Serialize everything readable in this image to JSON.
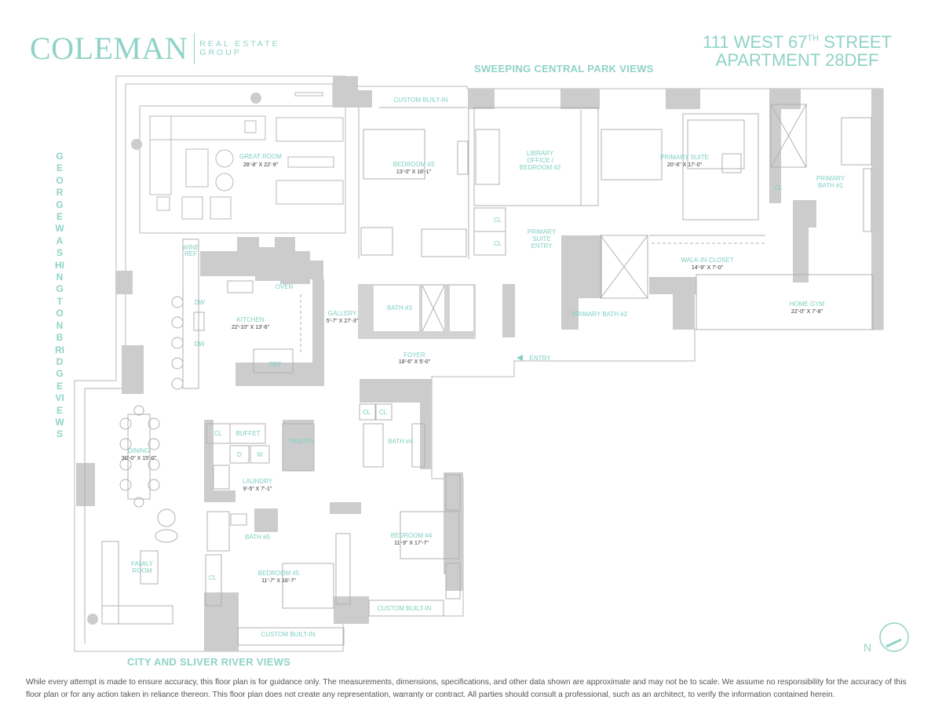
{
  "brand": {
    "name": "COLEMAN",
    "sub_line1": "REAL ESTATE",
    "sub_line2": "GROUP",
    "color": "#8fd3c6"
  },
  "address": {
    "line1_prefix": "111 WEST 67",
    "line1_sup": "TH",
    "line1_suffix": " STREET",
    "line2": "APARTMENT 28DEF"
  },
  "views": {
    "top": "SWEEPING CENTRAL PARK VIEWS",
    "left": "GEORGE WASHINGTON BRIDGE VIEWS",
    "bottom": "CITY AND SLIVER RIVER VIEWS"
  },
  "rooms": {
    "great_room": {
      "label": "GREAT ROOM",
      "dim": "28'-8\" X 22'-9\""
    },
    "custom_builtin_top": {
      "label": "CUSTOM BUILT-IN"
    },
    "bedroom3": {
      "label": "BEDROOM #3",
      "dim": "13'-0\" X 16'-1\""
    },
    "library_l1": {
      "label": "LIBRARY"
    },
    "library_l2": {
      "label": "OFFICE /"
    },
    "library_l3": {
      "label": "BEDROOM #2"
    },
    "primary_suite": {
      "label": "PRIMARY SUITE",
      "dim": "20'-6\" X 17'-0\""
    },
    "primary_bath1_l1": {
      "label": "PRIMARY"
    },
    "primary_bath1_l2": {
      "label": "BATH #1"
    },
    "cl_pb1": {
      "label": "CL"
    },
    "cl_entry1": {
      "label": "CL"
    },
    "cl_entry2": {
      "label": "CL"
    },
    "suite_entry_l1": {
      "label": "PRIMARY"
    },
    "suite_entry_l2": {
      "label": "SUITE"
    },
    "suite_entry_l3": {
      "label": "ENTRY"
    },
    "walkin_closet": {
      "label": "WALK-IN CLOSET",
      "dim": "14'-9\" X 7'-0\""
    },
    "primary_bath2": {
      "label": "PRIMARY BATH #2"
    },
    "home_gym": {
      "label": "HOME GYM",
      "dim": "22'-0\" X 7'-8\""
    },
    "wine_ref_l1": {
      "label": "WINE"
    },
    "wine_ref_l2": {
      "label": "REF"
    },
    "oven": {
      "label": "OVEN"
    },
    "dw1": {
      "label": "DW"
    },
    "dw2": {
      "label": "DW"
    },
    "kitchen": {
      "label": "KITCHEN",
      "dim": "22'-10\" X 13'-6\""
    },
    "ref": {
      "label": "REF"
    },
    "gallery": {
      "label": "GALLERY",
      "dim": "5'-7\" X 27'-3\""
    },
    "bath3": {
      "label": "BATH #3"
    },
    "foyer": {
      "label": "FOYER",
      "dim": "18'-6\" X 5'-0\""
    },
    "entry": {
      "label": "ENTRY"
    },
    "dining": {
      "label": "DINING",
      "dim": "30'-0\" X 15'-0\""
    },
    "cl_laundry": {
      "label": "CL"
    },
    "buffet": {
      "label": "BUFFET"
    },
    "pantry": {
      "label": "PANTRY"
    },
    "washer_d": {
      "label": "D"
    },
    "washer_w": {
      "label": "W"
    },
    "laundry": {
      "label": "LAUNDRY",
      "dim": "9'-5\" X 7'-1\""
    },
    "cl_bath4a": {
      "label": "CL"
    },
    "cl_bath4b": {
      "label": "CL"
    },
    "bath4": {
      "label": "BATH #4"
    },
    "bath5": {
      "label": "BATH #5"
    },
    "bedroom4": {
      "label": "BEDROOM #4",
      "dim": "11'-9\" X 17'-7\""
    },
    "family_l1": {
      "label": "FAMILY"
    },
    "family_l2": {
      "label": "ROOM"
    },
    "cl_bed5": {
      "label": "CL"
    },
    "bedroom5": {
      "label": "BEDROOM #5",
      "dim": "11'-7\" X 16'-7\""
    },
    "custom_builtin_b4": {
      "label": "CUSTOM BUILT-IN"
    },
    "custom_builtin_b5": {
      "label": "CUSTOM BUILT-IN"
    }
  },
  "compass": {
    "label": "N"
  },
  "disclaimer": "While every attempt is made to ensure accuracy, this floor plan is for guidance only. The measurements, dimensions, specifications, and other data shown are approximate and may not be to scale.  We assume no responsibility for the accuracy of this floor plan or for any action taken in reliance thereon. This floor plan does not create any representation, warranty or contract. All parties should consult a professional, such as an architect, to verify the information contained herein."
}
